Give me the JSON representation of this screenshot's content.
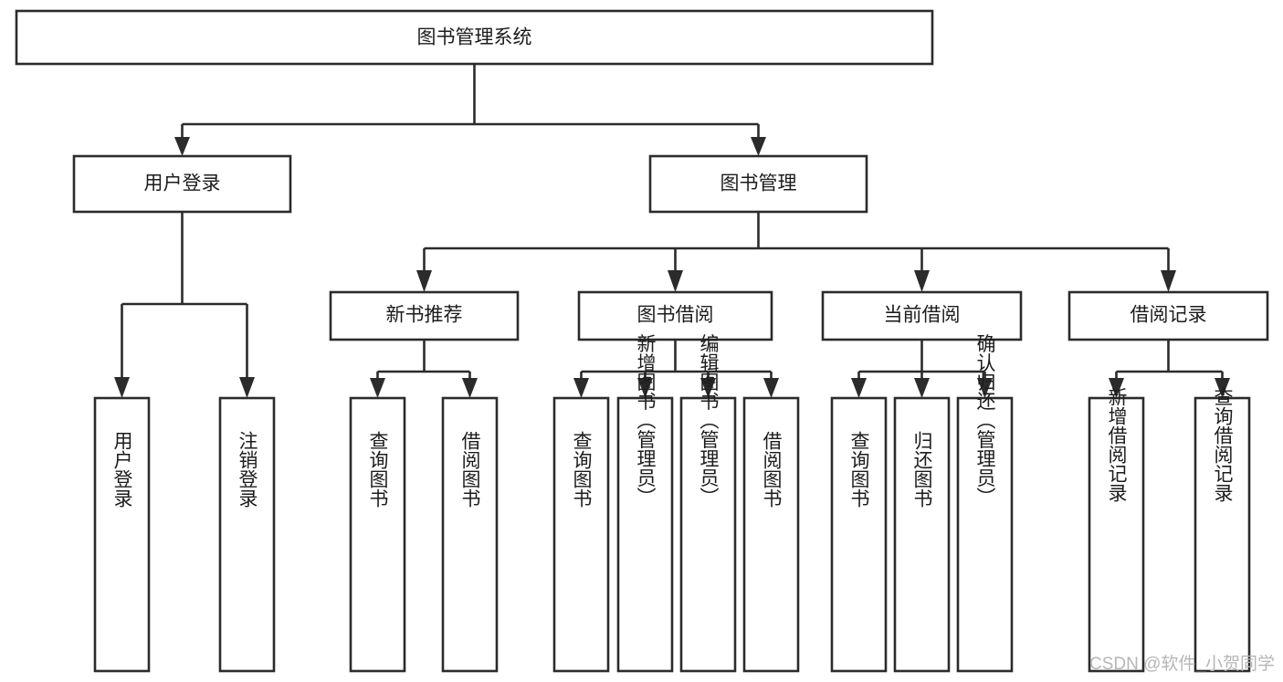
{
  "diagram": {
    "type": "tree-hierarchy-chart",
    "title": "图书管理系统",
    "orientation": "top-down",
    "stroke_color": "#2b2b2b",
    "box_fill": "#ffffff",
    "background": "#ffffff",
    "levels": [
      {
        "level": 0,
        "nodes": [
          {
            "id": "root",
            "label": "图书管理系统",
            "text_orientation": "horizontal"
          }
        ]
      },
      {
        "level": 1,
        "nodes": [
          {
            "id": "user-login",
            "label": "用户登录",
            "text_orientation": "horizontal",
            "parent": "root"
          },
          {
            "id": "book-manage",
            "label": "图书管理",
            "text_orientation": "horizontal",
            "parent": "root"
          }
        ]
      },
      {
        "level": 2,
        "nodes": [
          {
            "id": "new-book-rec",
            "label": "新书推荐",
            "text_orientation": "horizontal",
            "parent": "book-manage"
          },
          {
            "id": "book-borrow",
            "label": "图书借阅",
            "text_orientation": "horizontal",
            "parent": "book-manage"
          },
          {
            "id": "current-borrow",
            "label": "当前借阅",
            "text_orientation": "horizontal",
            "parent": "book-manage"
          },
          {
            "id": "borrow-record",
            "label": "借阅记录",
            "text_orientation": "horizontal",
            "parent": "book-manage"
          }
        ]
      },
      {
        "level": 3,
        "nodes": [
          {
            "id": "leaf-user-login",
            "label": "用户登录",
            "text_orientation": "vertical",
            "parent": "user-login"
          },
          {
            "id": "leaf-logout",
            "label": "注销登录",
            "text_orientation": "vertical",
            "parent": "user-login"
          },
          {
            "id": "leaf-query-book-1",
            "label": "查询图书",
            "text_orientation": "vertical",
            "parent": "new-book-rec"
          },
          {
            "id": "leaf-borrow-book-1",
            "label": "借阅图书",
            "text_orientation": "vertical",
            "parent": "new-book-rec"
          },
          {
            "id": "leaf-query-book-2",
            "label": "查询图书",
            "text_orientation": "vertical",
            "parent": "book-borrow"
          },
          {
            "id": "leaf-add-book",
            "label": "新增图书（管理员）",
            "text_orientation": "vertical",
            "parent": "book-borrow"
          },
          {
            "id": "leaf-edit-book",
            "label": "编辑图书（管理员）",
            "text_orientation": "vertical",
            "parent": "book-borrow"
          },
          {
            "id": "leaf-borrow-book-2",
            "label": "借阅图书",
            "text_orientation": "vertical",
            "parent": "book-borrow"
          },
          {
            "id": "leaf-query-book-3",
            "label": "查询图书",
            "text_orientation": "vertical",
            "parent": "current-borrow"
          },
          {
            "id": "leaf-return-book",
            "label": "归还图书",
            "text_orientation": "vertical",
            "parent": "current-borrow"
          },
          {
            "id": "leaf-confirm-return",
            "label": "确认归还（管理员）",
            "text_orientation": "vertical",
            "parent": "current-borrow"
          },
          {
            "id": "leaf-add-record",
            "label": "新增借阅记录",
            "text_orientation": "vertical",
            "parent": "borrow-record"
          },
          {
            "id": "leaf-query-record",
            "label": "查询借阅记录",
            "text_orientation": "vertical",
            "parent": "borrow-record"
          }
        ]
      }
    ]
  },
  "watermark": {
    "text": "CSDN @软件_小贺同学"
  }
}
